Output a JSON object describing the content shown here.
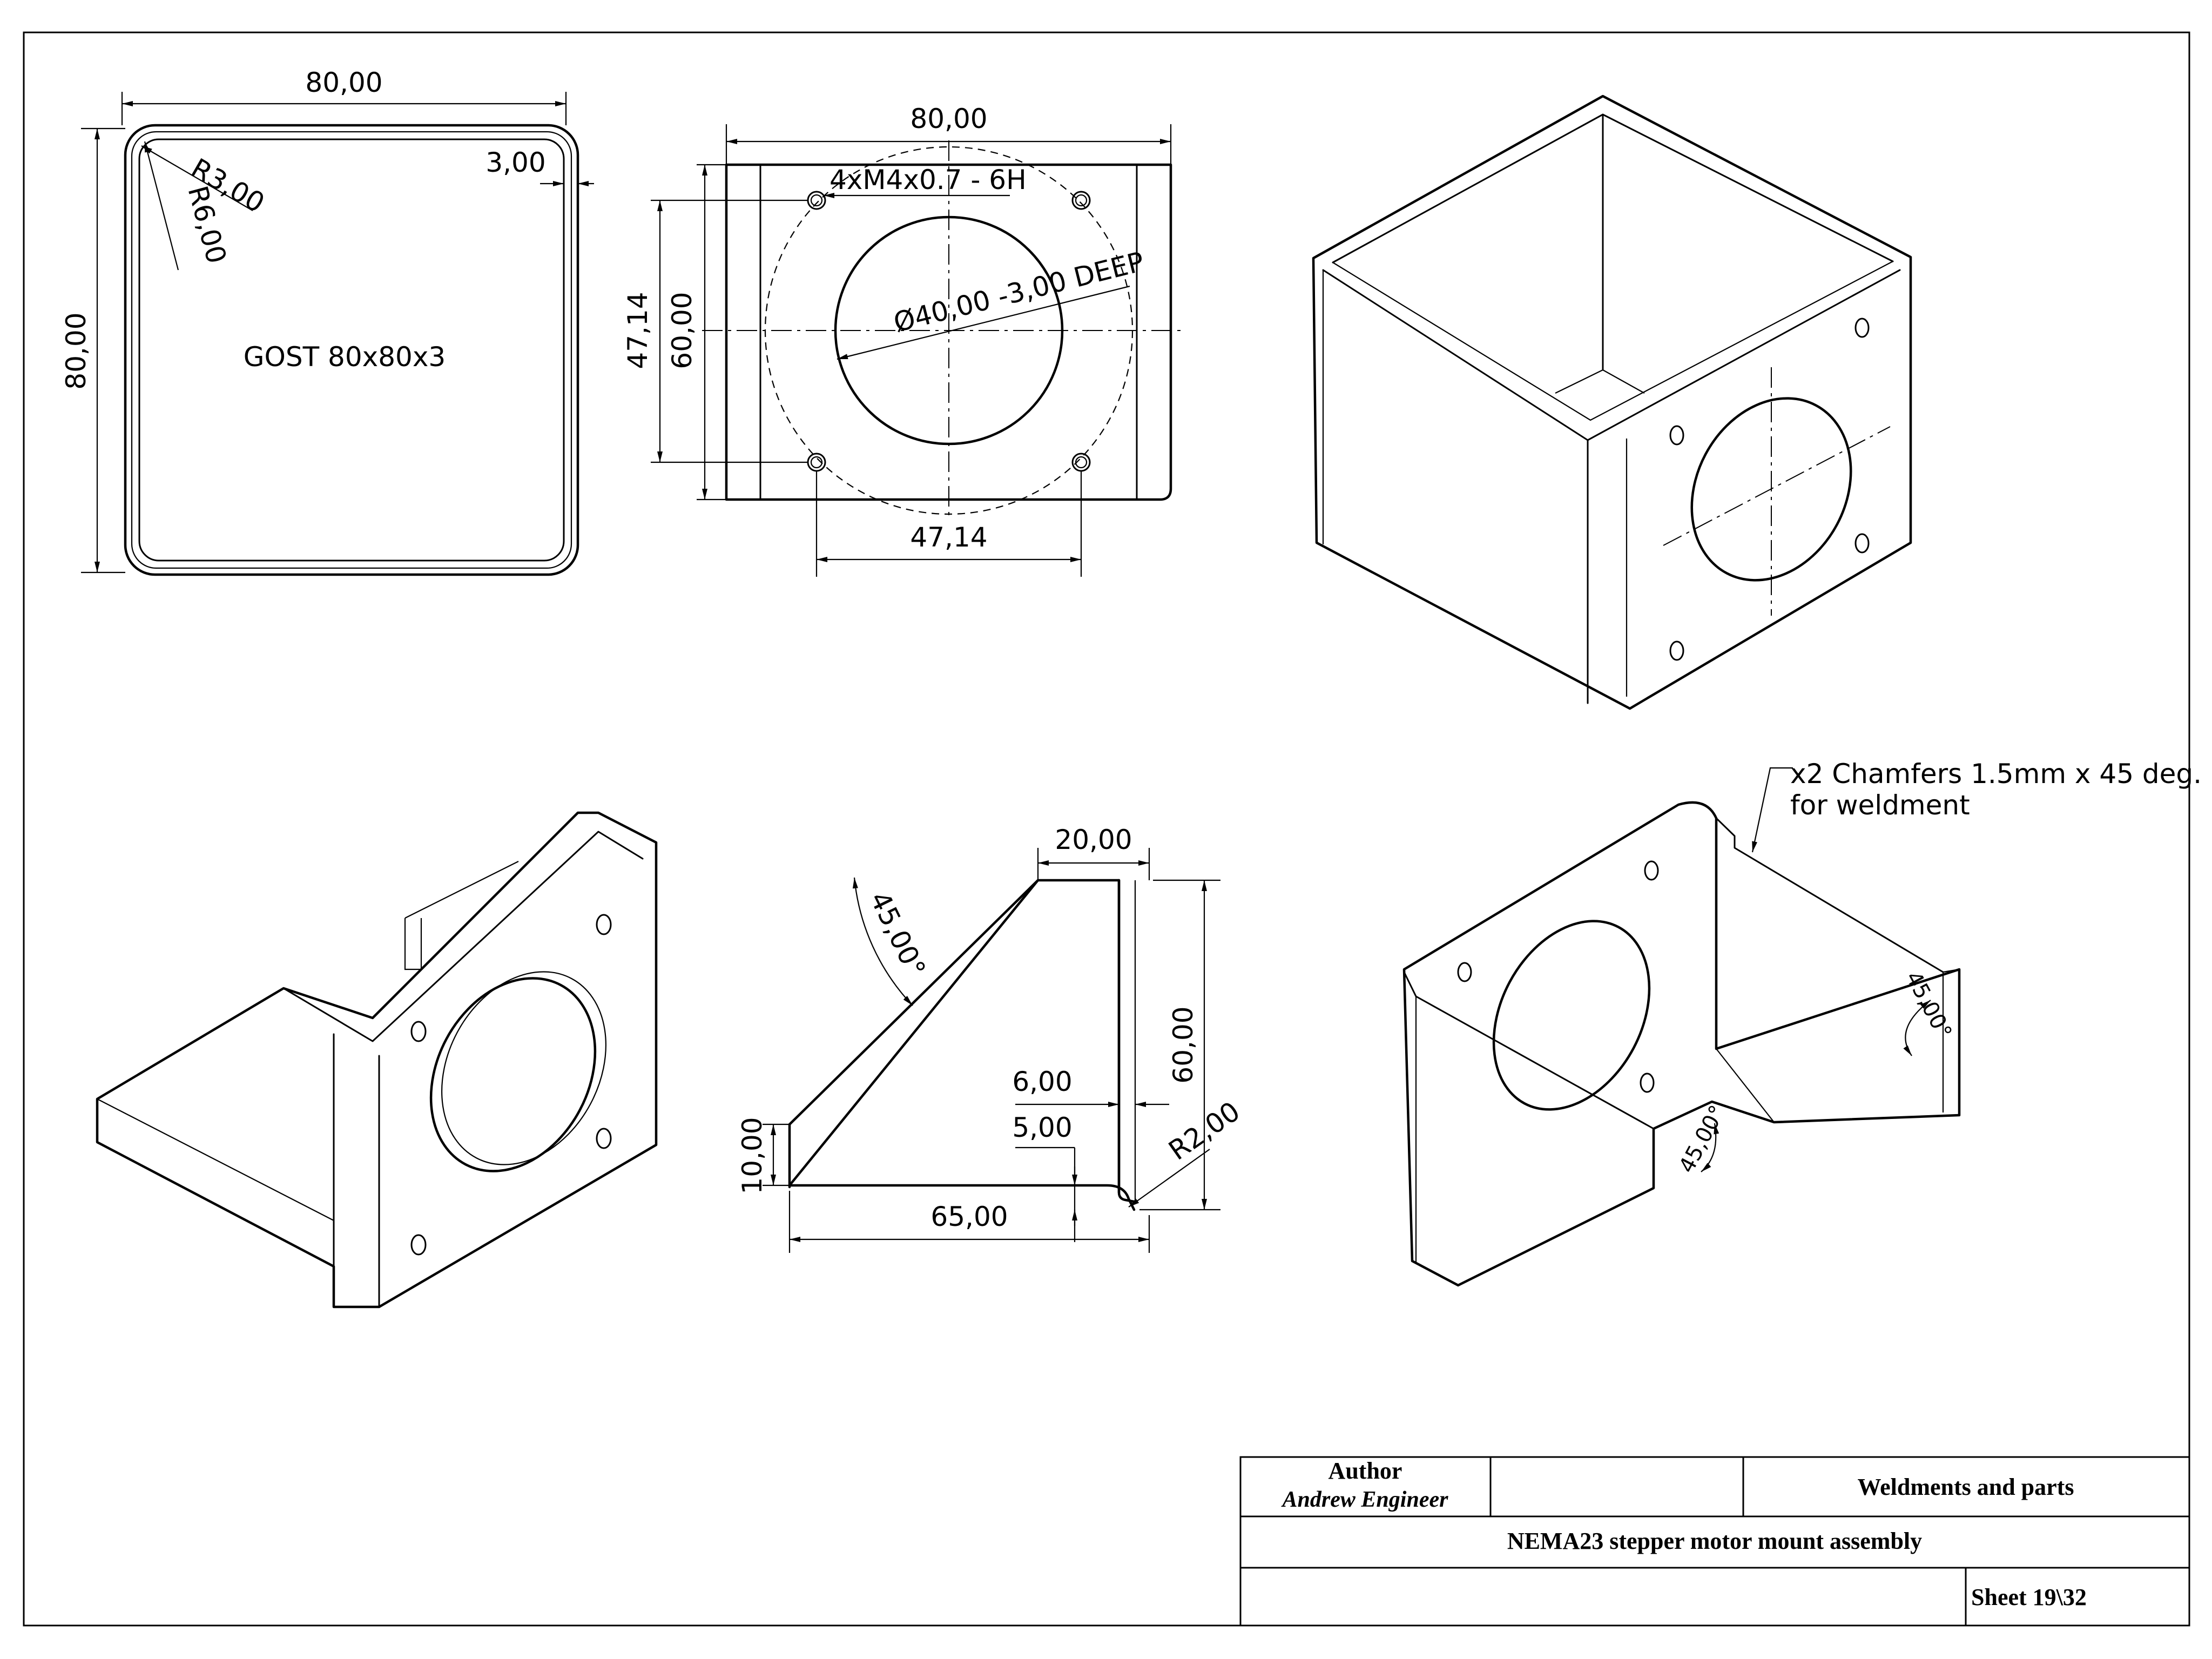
{
  "views": {
    "section": {
      "width": "80,00",
      "height": "80,00",
      "inner_radius": "R3,00",
      "outer_radius": "R6,00",
      "wall": "3,00",
      "profile": "GOST 80x80x3"
    },
    "front": {
      "width": "80,00",
      "hole_note": "4xM4x0.7 - 6H",
      "bore_note": "Ø40,00 -3,00 DEEP",
      "height": "60,00",
      "hole_spacing_v": "47,14",
      "hole_spacing_h": "47,14"
    },
    "side": {
      "top_width": "20,00",
      "angle": "45,00°",
      "height": "60,00",
      "wall": "6,00",
      "offset": "5,00",
      "radius": "R2,00",
      "foot_height": "10,00",
      "length": "65,00"
    },
    "iso_right": {
      "chamfer_note_line1": "x2 Chamfers 1.5mm x 45 deg.",
      "chamfer_note_line2": "for weldment",
      "angle_a": "45,00°",
      "angle_b": "45,00°"
    }
  },
  "title_block": {
    "author_label": "Author",
    "author_name": "Andrew Engineer",
    "category": "Weldments and parts",
    "title": "NEMA23 stepper motor mount assembly",
    "sheet": "Sheet  19\\32"
  }
}
